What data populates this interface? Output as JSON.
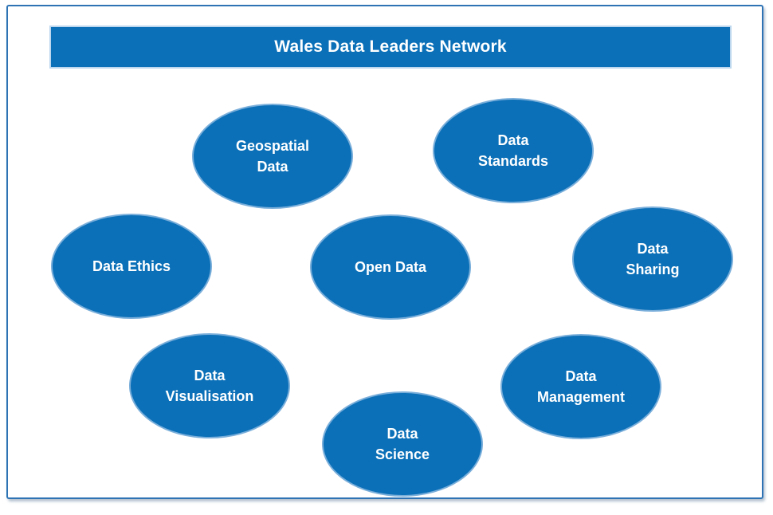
{
  "header": {
    "title": "Wales Data Leaders Network"
  },
  "topics": [
    {
      "id": "geospatial-data",
      "label": "Geospatial\nData"
    },
    {
      "id": "data-standards",
      "label": "Data\nStandards"
    },
    {
      "id": "data-ethics",
      "label": "Data Ethics"
    },
    {
      "id": "open-data",
      "label": "Open Data"
    },
    {
      "id": "data-sharing",
      "label": "Data\nSharing"
    },
    {
      "id": "data-visualisation",
      "label": "Data\nVisualisation"
    },
    {
      "id": "data-management",
      "label": "Data\nManagement"
    },
    {
      "id": "data-science",
      "label": "Data\nScience"
    }
  ],
  "colors": {
    "shape_fill": "#0b70b8",
    "shape_outline_light": "#79aeda",
    "header_outline_light": "#bdd7ee",
    "frame_border": "#2e74b5",
    "text": "#ffffff",
    "background": "#ffffff"
  }
}
